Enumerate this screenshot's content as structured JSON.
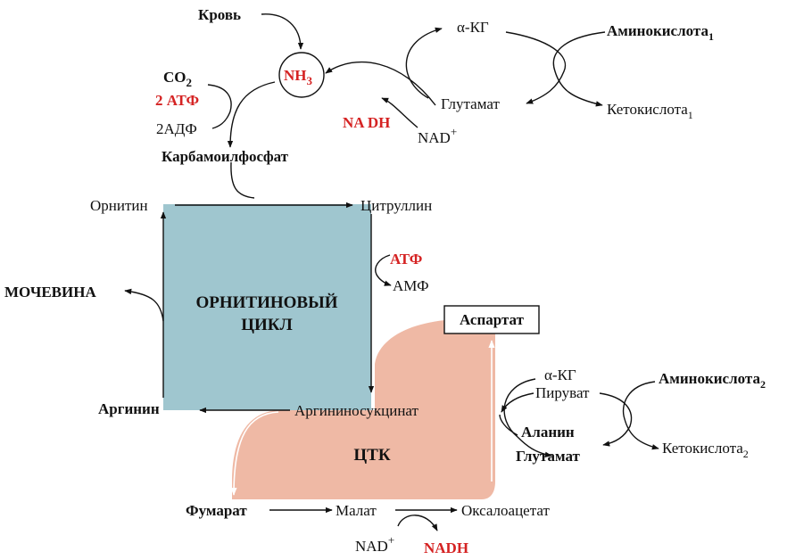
{
  "labels": {
    "blood": "Кровь",
    "nh3": "NH",
    "nh3_sub": "3",
    "co2": "CO",
    "co2_sub": "2",
    "atp2": "2 АТФ",
    "adp2": "2АДФ",
    "carbamoyl": "Карбамоилфосфат",
    "akg_top": "α-КГ",
    "amino1": "Аминокислота",
    "amino1_sub": "1",
    "glutamate_top": "Глутамат",
    "ketoacid1": "Кетокислота",
    "ketoacid1_sub": "1",
    "nadh_top": "NA DH",
    "nad_top": "NAD",
    "nad_top_sup": "+",
    "ornithine": "Орнитин",
    "citrulline": "Цитруллин",
    "atp": "АТФ",
    "amp": "АМФ",
    "urea": "МОЧЕВИНА",
    "cycle_line1": "ОРНИТИНОВЫЙ",
    "cycle_line2": "ЦИКЛ",
    "aspartate": "Аспартат",
    "akg_right": "α-КГ",
    "pyruvate": "Пируват",
    "amino2": "Аминокислота",
    "amino2_sub": "2",
    "alanine": "Аланин",
    "glutamate_right": "Глутамат",
    "ketoacid2": "Кетокислота",
    "ketoacid2_sub": "2",
    "arginine": "Аргинин",
    "argininosuccinate": "Аргининосукцинат",
    "tca": "ЦТК",
    "fumarate": "Фумарат",
    "malate": "Малат",
    "oxaloacetate": "Оксалоацетат",
    "nad_bottom": "NAD",
    "nad_bottom_sup": "+",
    "nadh_bottom": "NADH"
  },
  "colors": {
    "ornithine_cycle_fill": "#9fc6cf",
    "tca_fill": "#efb9a5",
    "highlight_red": "#d52323",
    "text": "#111111"
  }
}
